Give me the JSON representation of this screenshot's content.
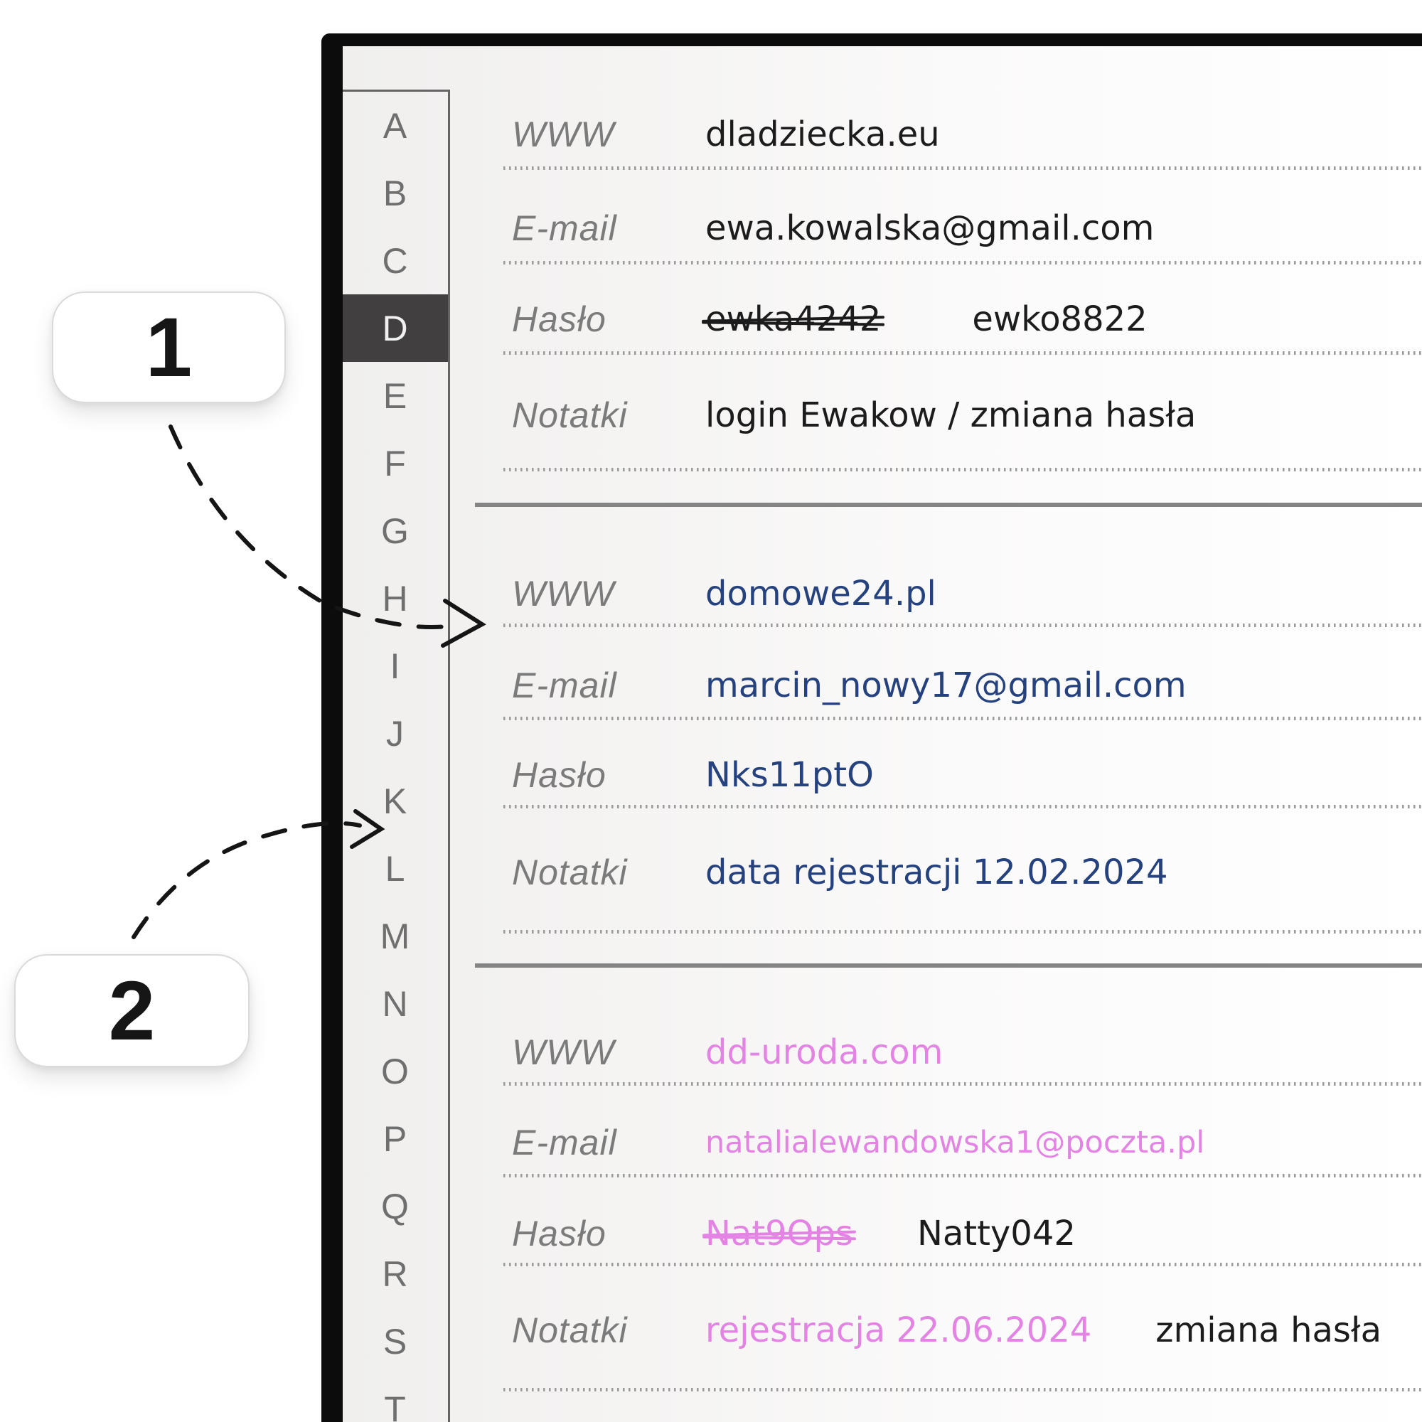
{
  "page": {
    "background_outside": "#ffffff",
    "frame_color": "#0c0c0c",
    "page_background": "#f4f3f2"
  },
  "colors": {
    "ink_black": "#1d1c1c",
    "ink_navy": "#25427e",
    "ink_pink": "#e383e3",
    "label_gray": "#7b7b7b",
    "tab_letter_gray": "#6f6f6f",
    "tab_active_background": "#413f3f",
    "tab_active_letter": "#f0f0f0",
    "divider_gray": "#848484",
    "dotted_line_gray": "#9a9a9a"
  },
  "callouts": [
    {
      "label": "1"
    },
    {
      "label": "2"
    }
  ],
  "sidebar": {
    "letters": [
      "A",
      "B",
      "C",
      "D",
      "E",
      "F",
      "G",
      "H",
      "I",
      "J",
      "K",
      "L",
      "M",
      "N",
      "O",
      "P",
      "Q",
      "R",
      "S",
      "T"
    ],
    "active_letter": "D"
  },
  "entries": [
    {
      "ink": "black",
      "rows": [
        {
          "label": "WWW",
          "parts": [
            {
              "text": "dladziecka.eu"
            }
          ]
        },
        {
          "label": "E-mail",
          "parts": [
            {
              "text": "ewa.kowalska@gmail.com"
            }
          ]
        },
        {
          "label": "Hasło",
          "parts": [
            {
              "text": "ewka4242",
              "struck": true
            },
            {
              "text": "ewko8822"
            }
          ]
        },
        {
          "label": "Notatki",
          "parts": [
            {
              "text": "login Ewakow / zmiana hasła"
            }
          ]
        }
      ]
    },
    {
      "ink": "navy",
      "rows": [
        {
          "label": "WWW",
          "parts": [
            {
              "text": "domowe24.pl"
            }
          ]
        },
        {
          "label": "E-mail",
          "parts": [
            {
              "text": "marcin_nowy17@gmail.com"
            }
          ]
        },
        {
          "label": "Hasło",
          "parts": [
            {
              "text": "Nks11ptO"
            }
          ]
        },
        {
          "label": "Notatki",
          "parts": [
            {
              "text": "data rejestracji 12.02.2024"
            }
          ]
        }
      ]
    },
    {
      "ink": "pink",
      "rows": [
        {
          "label": "WWW",
          "parts": [
            {
              "text": "dd-uroda.com"
            }
          ]
        },
        {
          "label": "E-mail",
          "parts": [
            {
              "text": "natalialewandowska1@poczta.pl"
            }
          ]
        },
        {
          "label": "Hasło",
          "parts": [
            {
              "text": "Nat9Ops",
              "struck": true
            },
            {
              "text": "Natty042"
            }
          ]
        },
        {
          "label": "Notatki",
          "parts": [
            {
              "text": "rejestracja 22.06.2024"
            },
            {
              "text": "zmiana hasła"
            }
          ]
        }
      ]
    }
  ]
}
